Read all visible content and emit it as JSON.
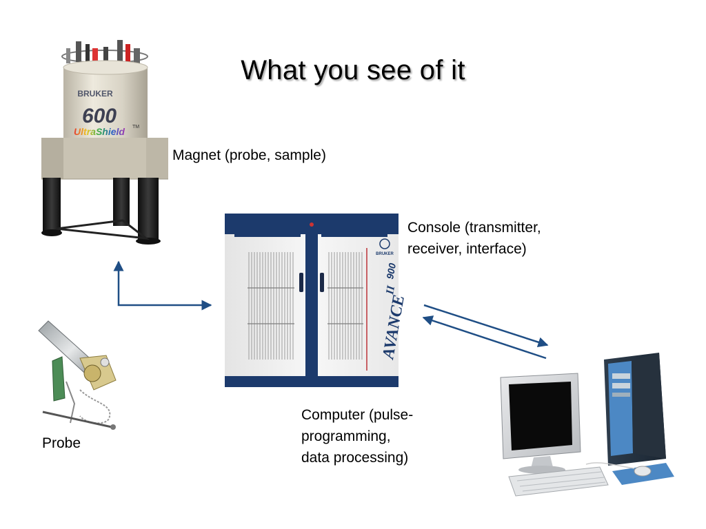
{
  "title": "What you see of it",
  "labels": {
    "magnet": "Magnet (probe, sample)",
    "console": [
      "Console (transmitter,",
      "receiver, interface)"
    ],
    "computer": [
      "Computer (pulse-",
      "programming,",
      "data processing)"
    ],
    "probe": "Probe"
  },
  "figure_text": {
    "magnet_brand": "BRUKER",
    "magnet_model": "600",
    "magnet_series": "UltraShield",
    "magnet_tm": "TM",
    "console_brand": "BRUKER",
    "console_model": "AVANCE",
    "console_version": "II",
    "console_freq": "900"
  },
  "colors": {
    "arrow": "#1f4e85",
    "console_navy": "#1c3a6c",
    "magnet_body": "#dcd7c9"
  }
}
